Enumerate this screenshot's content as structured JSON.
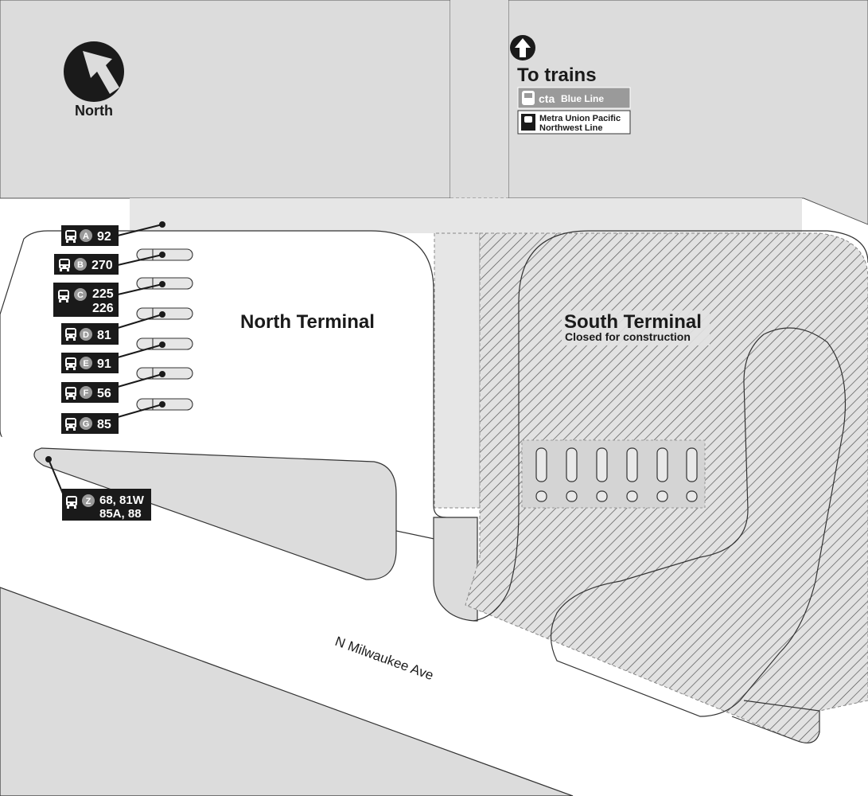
{
  "compass": {
    "label": "North",
    "icon": "north-arrow-icon"
  },
  "to_trains": {
    "label": "To trains",
    "icon": "up-arrow-icon",
    "lines": [
      {
        "brand": "cta",
        "name": "Blue Line",
        "icon": "cta-train-icon"
      },
      {
        "name_line1": "Metra Union Pacific",
        "name_line2": "Northwest Line",
        "icon": "metra-train-icon"
      }
    ]
  },
  "north_terminal": {
    "title": "North Terminal"
  },
  "south_terminal": {
    "title": "South Terminal",
    "status": "Closed for construction"
  },
  "street": {
    "name": "N Milwaukee Ave"
  },
  "bus_bays": [
    {
      "bay": "A",
      "routes_line1": "92",
      "routes_line2": ""
    },
    {
      "bay": "B",
      "routes_line1": "270",
      "routes_line2": ""
    },
    {
      "bay": "C",
      "routes_line1": "225",
      "routes_line2": "226"
    },
    {
      "bay": "D",
      "routes_line1": "81",
      "routes_line2": ""
    },
    {
      "bay": "E",
      "routes_line1": "91",
      "routes_line2": ""
    },
    {
      "bay": "F",
      "routes_line1": "56",
      "routes_line2": ""
    },
    {
      "bay": "G",
      "routes_line1": "85",
      "routes_line2": ""
    },
    {
      "bay": "Z",
      "routes_line1": "68, 81W",
      "routes_line2": "85A, 88"
    }
  ],
  "colors": {
    "background_area": "#dcdcdc",
    "road": "#ffffff",
    "label_box": "#1a1a1a",
    "hatch": "#555555",
    "badge": "#9a9a9a"
  }
}
